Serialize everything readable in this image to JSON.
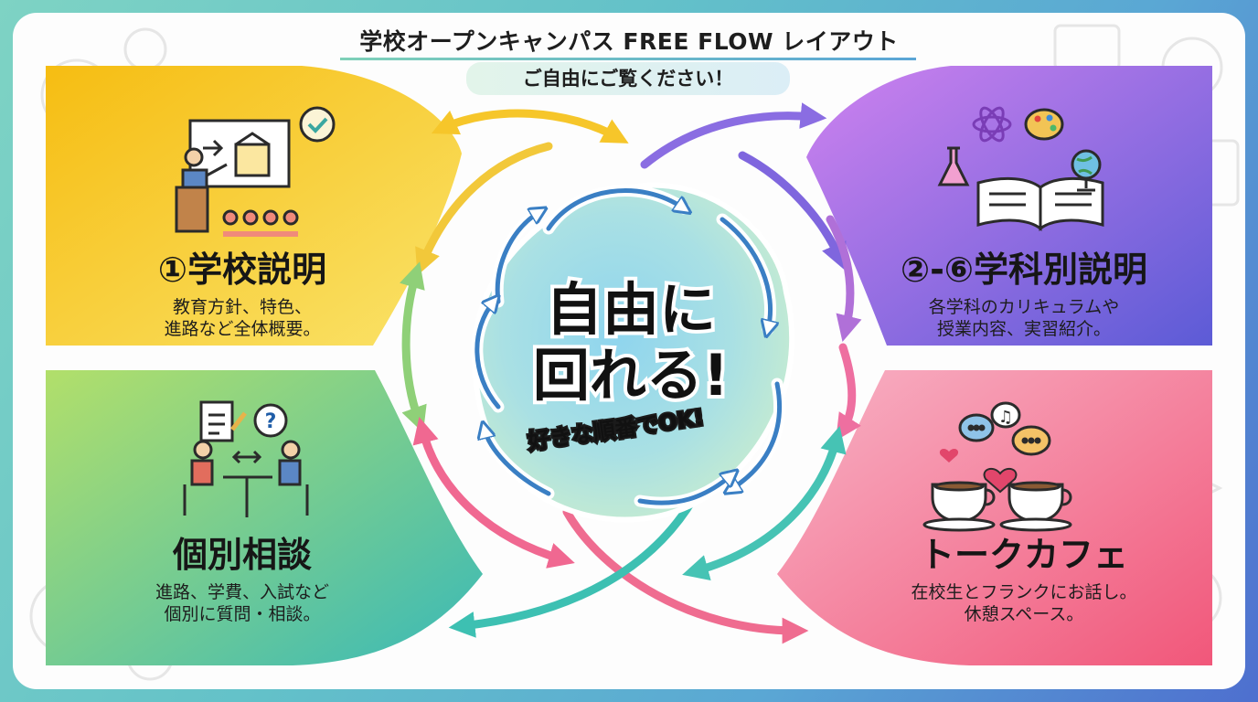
{
  "header": {
    "title": "学校オープンキャンパス FREE FLOW レイアウト",
    "subtitle": "ご自由にご覧ください！"
  },
  "center": {
    "line1": "自由に",
    "line2": "回れる!",
    "badge": "好きな順番でOK!"
  },
  "panels": [
    {
      "title": "①学校説明",
      "desc_line1": "教育方針、特色、",
      "desc_line2": "進路など全体概要。"
    },
    {
      "title": "②-⑥学科別説明",
      "desc_line1": "各学科のカリキュラムや",
      "desc_line2": "授業内容、実習紹介。"
    },
    {
      "title": "個別相談",
      "desc_line1": "進路、学費、入試など",
      "desc_line2": "個別に質問・相談。"
    },
    {
      "title": "トークカフェ",
      "desc_line1": "在校生とフランクにお話し。",
      "desc_line2": "休憩スペース。"
    }
  ],
  "colors": {
    "panel1": [
      "#f6c21a",
      "#f9dd55"
    ],
    "panel2": [
      "#c277ec",
      "#5e5bd8"
    ],
    "panel3": [
      "#a6dc6c",
      "#3cbcb6"
    ],
    "panel4": [
      "#f5a0b8",
      "#f26585"
    ],
    "center_blob": [
      "#9fdcee",
      "#b8e6d2"
    ],
    "badge_text": "#f5d21c"
  },
  "icons": [
    "presentation-icon",
    "checkmark-icon",
    "book-icon",
    "atom-icon",
    "palette-icon",
    "globe-icon",
    "flask-icon",
    "clipboard-icon",
    "question-icon",
    "consultation-icon",
    "chat-icon",
    "music-note-icon",
    "heart-icon",
    "coffee-cup-icon"
  ]
}
